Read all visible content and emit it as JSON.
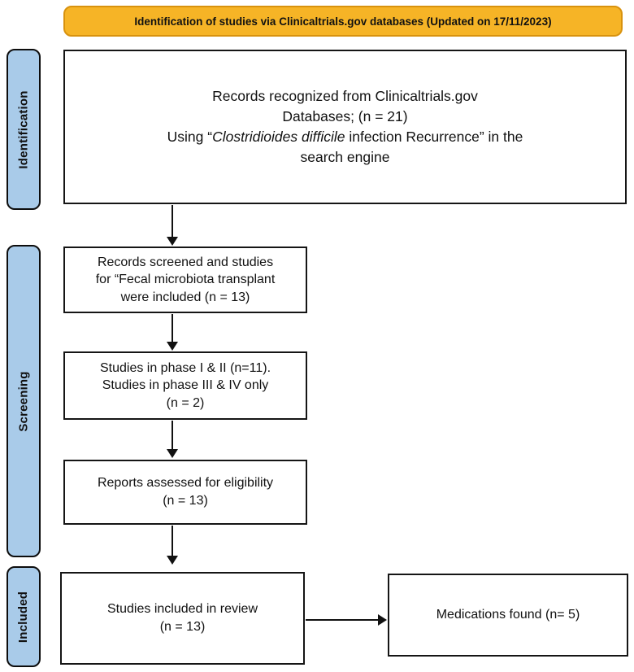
{
  "banner": {
    "label": "Identification of studies via Clinicaltrials.gov databases (Updated on 17/11/2023)"
  },
  "sidebar": {
    "stages": [
      {
        "label": "Identification"
      },
      {
        "label": "Screening"
      },
      {
        "label": "Included"
      }
    ]
  },
  "flow": {
    "records_box": {
      "line1": "Records recognized from Clinicaltrials.gov",
      "line2": "Databases; (n = 21)",
      "line3_prefix": "Using “",
      "line3_italic": "Clostridioides difficile",
      "line3_suffix": " infection Recurrence” in the",
      "line4": "search engine"
    },
    "screened_box": {
      "lines": [
        "Records screened and studies",
        "for “Fecal microbiota transplant",
        "were included (n = 13)"
      ]
    },
    "phase_box": {
      "lines": [
        "Studies in phase I & II (n=11).",
        "Studies in phase III & IV only",
        "(n = 2)"
      ]
    },
    "eligibility_box": {
      "lines": [
        "Reports assessed for eligibility",
        "(n = 13)"
      ]
    },
    "included_box": {
      "lines": [
        "Studies included in review",
        "(n = 13)"
      ]
    },
    "medications_box": {
      "label": "Medications found (n= 5)"
    }
  },
  "colors": {
    "banner_fill": "#F6B426",
    "banner_border": "#D8920E",
    "stage_fill": "#A9CBE9",
    "box_bg": "#FFFFFF",
    "line_color": "#111111"
  }
}
